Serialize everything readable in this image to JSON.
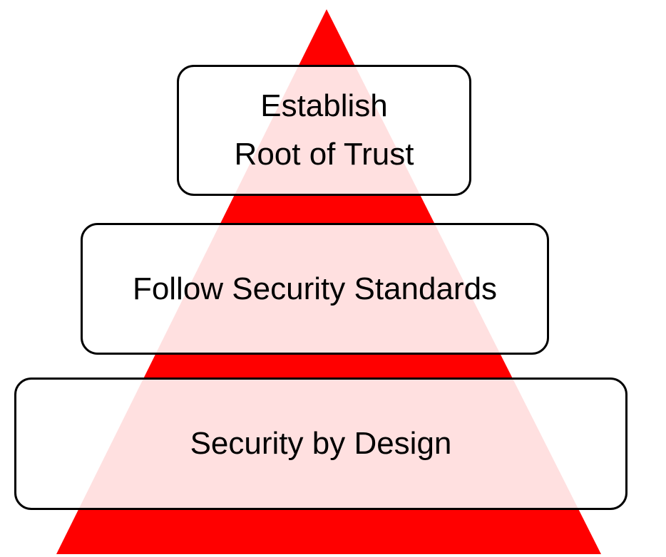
{
  "pyramid": {
    "color": "#ff0000",
    "tiers": {
      "top": {
        "line1": "Establish",
        "line2": "Root of Trust"
      },
      "middle": {
        "label": "Follow Security Standards"
      },
      "bottom": {
        "label": "Security by Design"
      }
    }
  }
}
